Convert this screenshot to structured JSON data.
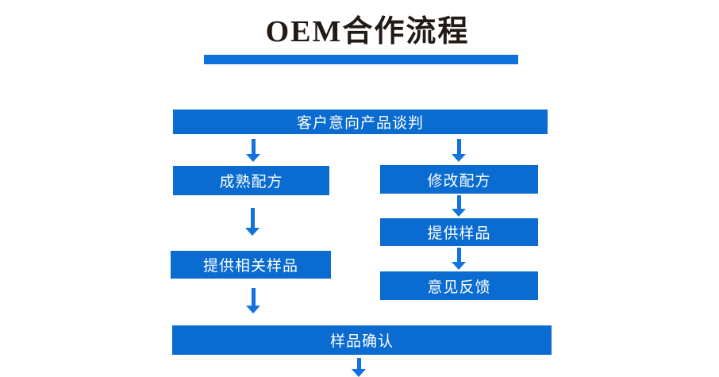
{
  "page": {
    "title": "OEM合作流程"
  },
  "colors": {
    "box_blue": "#0a6bd0",
    "arrow_blue": "#1273de",
    "divider_blue": "#0e72da",
    "title_black": "#221a15"
  },
  "flowchart": {
    "start": {
      "label": "客户意向产品谈判"
    },
    "left_branch": {
      "steps": [
        {
          "label": "成熟配方"
        },
        {
          "label": "提供相关样品"
        }
      ]
    },
    "right_branch": {
      "steps": [
        {
          "label": "修改配方"
        },
        {
          "label": "提供样品"
        },
        {
          "label": "意见反馈"
        }
      ]
    },
    "end": {
      "label": "样品确认"
    }
  }
}
